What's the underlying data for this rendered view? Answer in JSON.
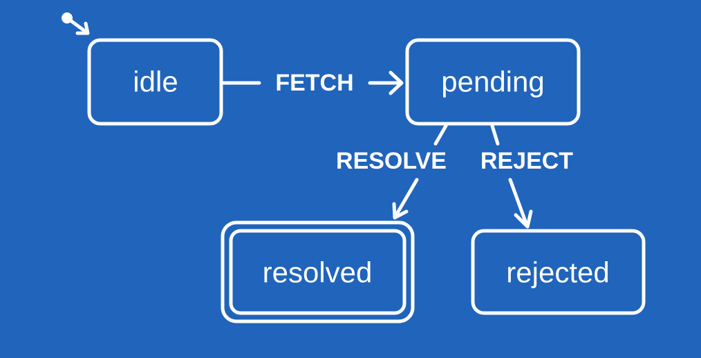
{
  "background_color": "#2064bb",
  "foreground_color": "#ffffff",
  "states": {
    "idle": {
      "label": "idle"
    },
    "pending": {
      "label": "pending"
    },
    "resolved": {
      "label": "resolved",
      "final": true
    },
    "rejected": {
      "label": "rejected"
    }
  },
  "initial_state": "idle",
  "transitions": [
    {
      "event": "FETCH",
      "from": "idle",
      "to": "pending"
    },
    {
      "event": "RESOLVE",
      "from": "pending",
      "to": "resolved"
    },
    {
      "event": "REJECT",
      "from": "pending",
      "to": "rejected"
    }
  ]
}
